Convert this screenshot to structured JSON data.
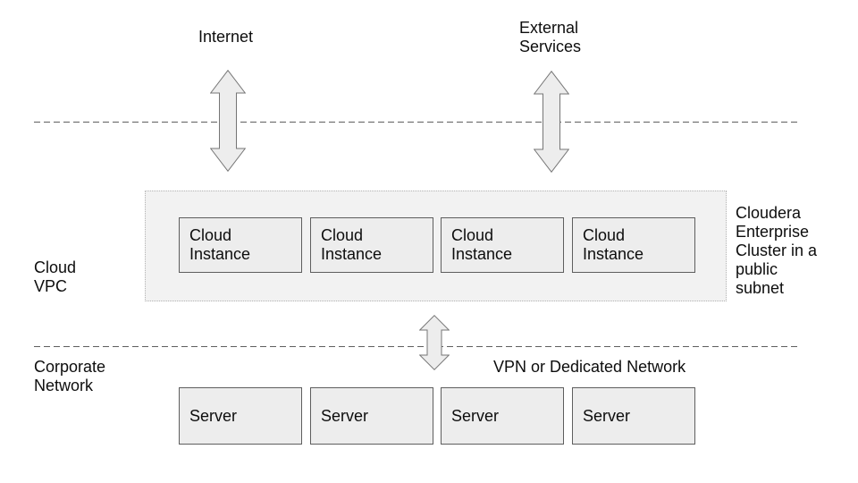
{
  "diagram": {
    "top_labels": {
      "internet": "Internet",
      "external_services": "External Services"
    },
    "cloud_zone": {
      "label": "Cloud VPC",
      "subnet_annotation": "Cloudera Enterprise Cluster in a public subnet",
      "instances": [
        "Cloud Instance",
        "Cloud Instance",
        "Cloud Instance",
        "Cloud Instance"
      ]
    },
    "corporate_zone": {
      "label": "Corporate Network",
      "connection_label": "VPN or Dedicated Network",
      "servers": [
        "Server",
        "Server",
        "Server",
        "Server"
      ]
    },
    "icons": {
      "connection_arrow": "double-headed-vertical-arrow"
    }
  },
  "colors": {
    "box_fill": "#ededed",
    "box_border": "#5e5e5e",
    "subnet_fill": "#f2f2f2",
    "subnet_border": "#b3b3b3",
    "arrow_fill": "#ededed",
    "arrow_stroke": "#757575",
    "dash_line": "#5f5f5f",
    "text": "#0d0d0d",
    "bg": "#ffffff"
  }
}
